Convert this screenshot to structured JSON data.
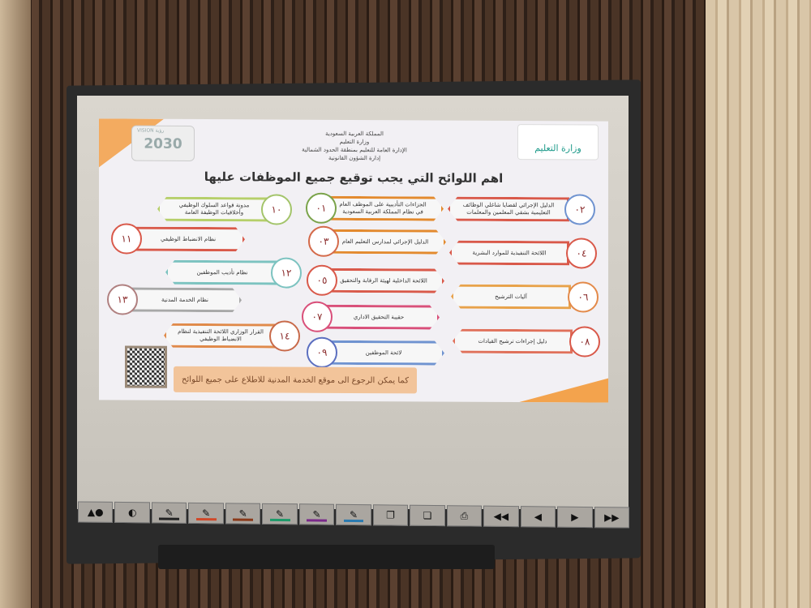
{
  "header": {
    "lines": [
      "المملكة العربية السعودية",
      "وزارة التعليم",
      "الإدارة العامة للتعليم بمنطقة الحدود الشمالية",
      "إدارة الشؤون القانونية"
    ],
    "title": "اهم اللوائح التي يجب توقيع جميع الموظفات عليها",
    "logo_moe": "وزارة التعليم",
    "logo_vision": "VISION رؤية",
    "logo_2030": "2030"
  },
  "items": [
    {
      "num": "٠١",
      "text": "الجزاءات التأديبية على الموظف العام في نظام المملكة العربية السعودية",
      "circle": "#7aa34a",
      "banner": "#e38a2e"
    },
    {
      "num": "٠٢",
      "text": "الدليل الإجرائي لقضايا شاغلي الوظائف التعليمية بشقي المعلمين والمعلمات",
      "circle": "#6f93d0",
      "banner": "#d9594a"
    },
    {
      "num": "٠٣",
      "text": "الدليل الإجرائي لمدارس التعليم العام",
      "circle": "#d46a4a",
      "banner": "#e38a2e"
    },
    {
      "num": "٠٤",
      "text": "اللائحة التنفيذية للموارد البشرية",
      "circle": "#d9594a",
      "banner": "#d9594a"
    },
    {
      "num": "٠٥",
      "text": "اللائحة الداخلية لهيئة الرقابة والتحقيق",
      "circle": "#d9594a",
      "banner": "#d9594a"
    },
    {
      "num": "٠٦",
      "text": "آليات الترشيح",
      "circle": "#e38a4a",
      "banner": "#e8a24a"
    },
    {
      "num": "٠٧",
      "text": "حقيبة التحقيق الاداري",
      "circle": "#d9507a",
      "banner": "#d9507a"
    },
    {
      "num": "٠٨",
      "text": "دليل إجراءات ترشيح القيادات",
      "circle": "#d9594a",
      "banner": "#e0705a"
    },
    {
      "num": "٠٩",
      "text": "لائحة الموظفين",
      "circle": "#5b6fc0",
      "banner": "#6f93d0"
    },
    {
      "num": "١٠",
      "text": "مدونة قواعد السلوك الوظيفي وأخلاقيات الوظيفة العامة",
      "circle": "#a3c46a",
      "banner": "#b6cf6a"
    },
    {
      "num": "١١",
      "text": "نظام الانضباط الوظيفي",
      "circle": "#d9594a",
      "banner": "#d9594a"
    },
    {
      "num": "١٢",
      "text": "نظام تأديب الموظفين",
      "circle": "#7cc3c0",
      "banner": "#7cc3c0"
    },
    {
      "num": "١٣",
      "text": "نظام الخدمة المدنية",
      "circle": "#b08080",
      "banner": "#a8a8a8"
    },
    {
      "num": "١٤",
      "text": "القرار الوزاري اللائحة التنفيذية لنظام الانضباط الوظيفي",
      "circle": "#c86a4a",
      "banner": "#e08a4a"
    }
  ],
  "footer": "كما يمكن الرجوع الى موقع الخدمة المدنية للاطلاع على جميع اللوائح",
  "toolbar": {
    "pens": [
      {
        "color": "#222222"
      },
      {
        "color": "#d0492a"
      },
      {
        "color": "#8a3a1a"
      },
      {
        "color": "#1e9a6a"
      },
      {
        "color": "#7a2a8a"
      },
      {
        "color": "#2a7ab0"
      }
    ],
    "icons": [
      "shapes-tool-icon",
      "eraser-icon",
      "black-pen-icon",
      "red-pen-icon",
      "brown-pen-icon",
      "green-pen-icon",
      "purple-pen-icon",
      "blue-pen-icon",
      "copy-page-icon",
      "paste-page-icon",
      "print-icon",
      "first-page-icon",
      "previous-page-icon",
      "next-page-icon",
      "last-page-icon"
    ]
  }
}
